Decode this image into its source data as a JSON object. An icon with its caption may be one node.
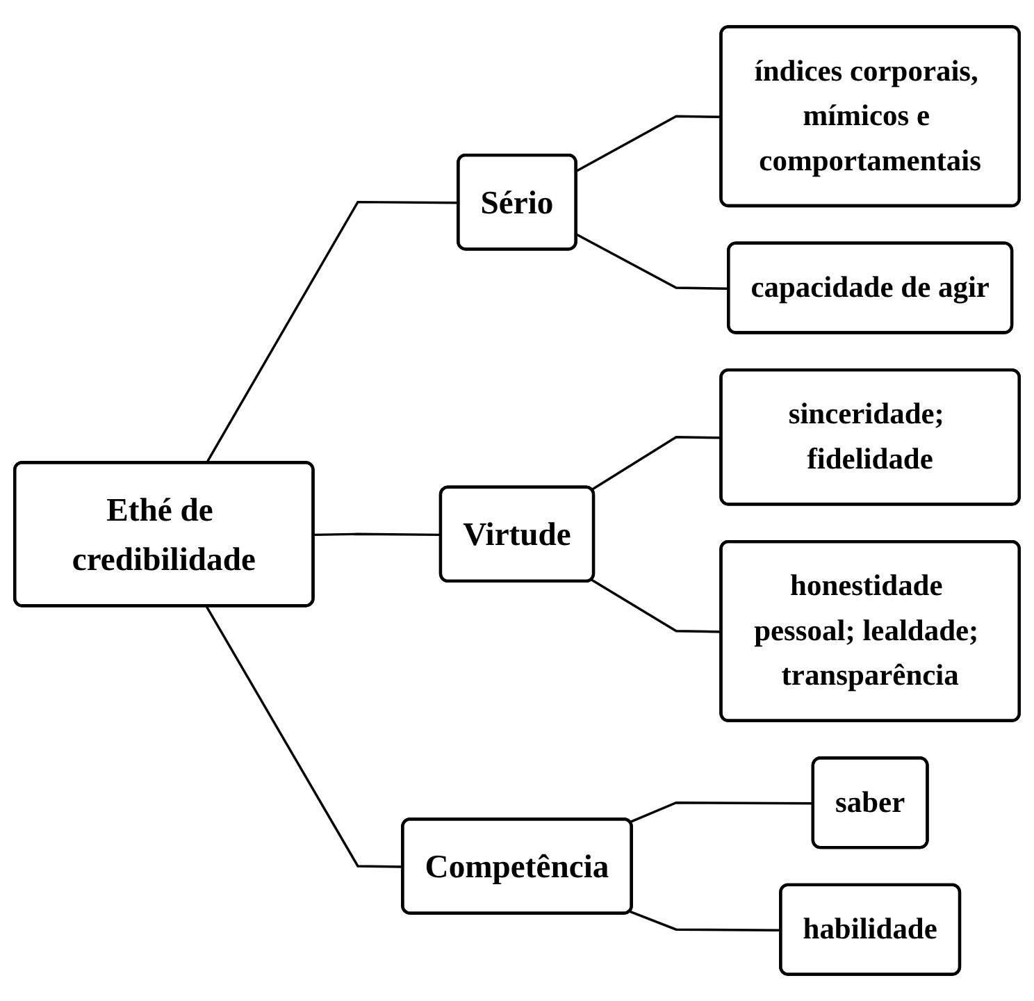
{
  "diagram": {
    "nodes": [
      {
        "text": [
          "Ethé de credibilidade"
        ]
      },
      {
        "text": [
          "Sério"
        ]
      },
      {
        "text": [
          "Virtude"
        ]
      },
      {
        "text": [
          "Competência"
        ]
      },
      {
        "text": [
          "índices corporais, mímicos e comportamentais"
        ]
      },
      {
        "text": [
          "capacidade de agir"
        ]
      },
      {
        "text": [
          "sinceridade; fidelidade"
        ]
      },
      {
        "text": [
          "honestidade pessoal; lealdade; transparência"
        ]
      },
      {
        "text": [
          "saber"
        ]
      },
      {
        "text": [
          "habilidade"
        ]
      }
    ],
    "edges": [
      {
        "from": 0,
        "to": 1,
        "arrow": "none"
      },
      {
        "from": 0,
        "to": 2,
        "arrow": "none"
      },
      {
        "from": 0,
        "to": 3,
        "arrow": "none"
      },
      {
        "from": 1,
        "to": 4,
        "arrow": "none"
      },
      {
        "from": 1,
        "to": 5,
        "arrow": "none"
      },
      {
        "from": 2,
        "to": 6,
        "arrow": "none"
      },
      {
        "from": 2,
        "to": 7,
        "arrow": "none"
      },
      {
        "from": 3,
        "to": 8,
        "arrow": "none"
      },
      {
        "from": 3,
        "to": 9,
        "arrow": "none"
      }
    ]
  }
}
